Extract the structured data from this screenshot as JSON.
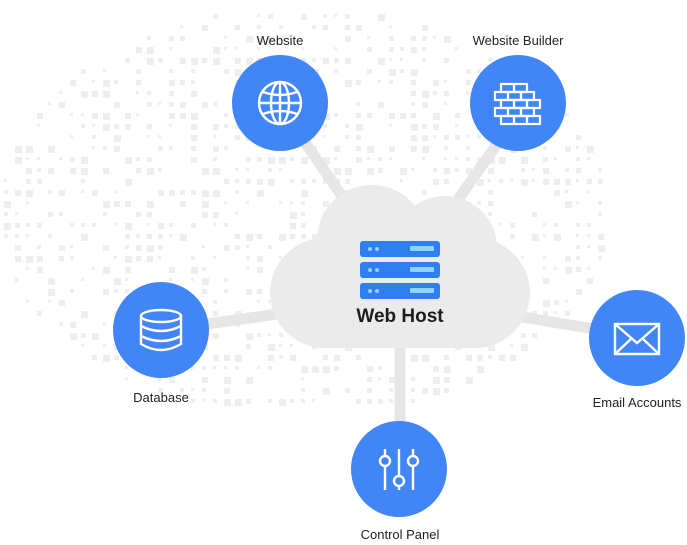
{
  "diagram": {
    "center": {
      "label": "Web Host",
      "icon": "server-stack-icon"
    },
    "nodes": [
      {
        "id": "website",
        "label": "Website",
        "icon": "globe-icon"
      },
      {
        "id": "website-builder",
        "label": "Website Builder",
        "icon": "brick-wall-icon"
      },
      {
        "id": "database",
        "label": "Database",
        "icon": "database-icon"
      },
      {
        "id": "email-accounts",
        "label": "Email Accounts",
        "icon": "envelope-icon"
      },
      {
        "id": "control-panel",
        "label": "Control Panel",
        "icon": "sliders-icon"
      }
    ]
  },
  "colors": {
    "node_fill": "#4285f4",
    "cloud_fill": "#ebebeb",
    "connector": "#e6e6e6",
    "dot_pattern": "#eeeeee",
    "icon_stroke": "#ffffff",
    "server_fill": "#2f7ff0",
    "server_light": "#8fd3ff"
  }
}
